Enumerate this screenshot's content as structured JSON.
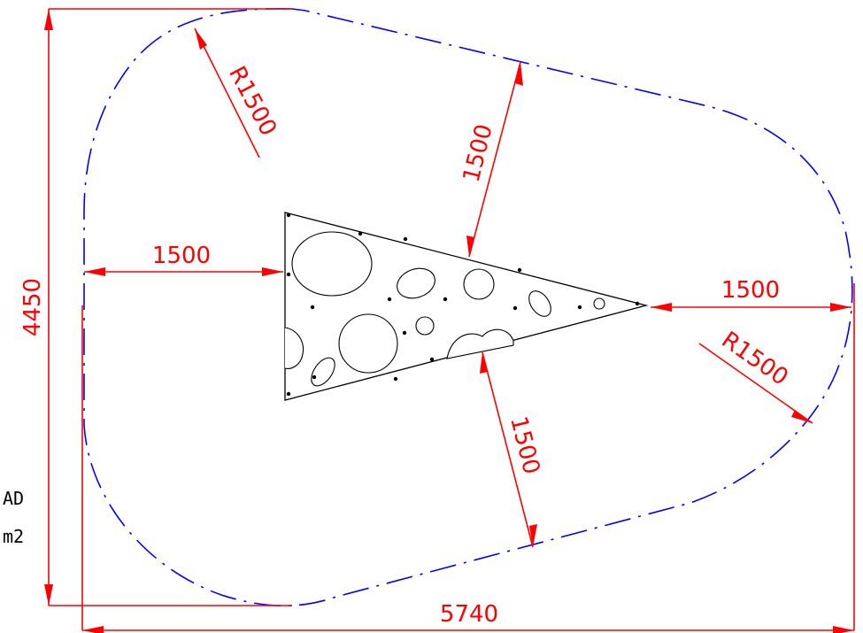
{
  "colors": {
    "dimension": "#ff0000",
    "safety_zone": "#0000ff",
    "outline": "#000000"
  },
  "dimensions": {
    "overall_height": "4450",
    "overall_width": "5740",
    "clearance_left": "1500",
    "clearance_right": "1500",
    "clearance_top": "1500",
    "clearance_bottom": "1500",
    "radius_top_left": "R1500",
    "radius_right": "R1500"
  },
  "side_notes": [
    "AD",
    "m2"
  ]
}
